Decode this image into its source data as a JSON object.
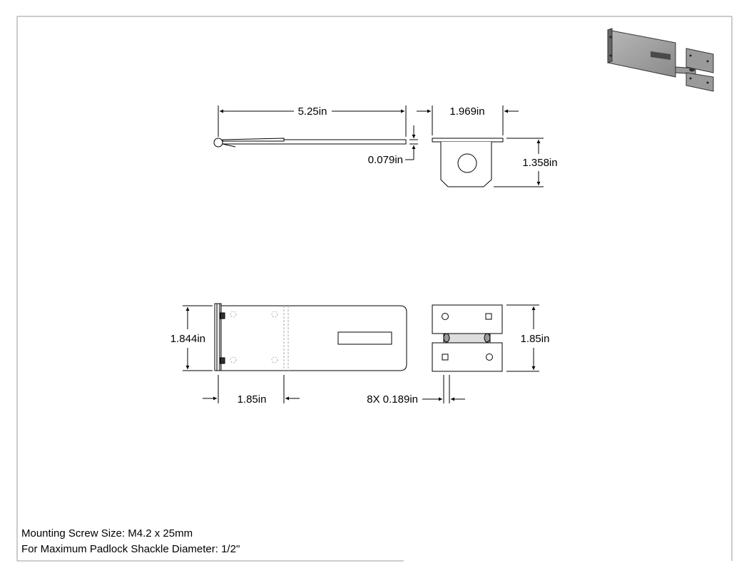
{
  "dimensions": {
    "side_length": "5.25in",
    "thickness": "0.079in",
    "end_width": "1.969in",
    "end_height": "1.358in",
    "hasp_width": "1.844in",
    "hinge_leaf_length": "1.85in",
    "staple_height": "1.85in",
    "hole_size": "8X 0.189in"
  },
  "notes": {
    "screw_size": "Mounting Screw Size: M4.2 x 25mm",
    "shackle_diameter": "For Maximum Padlock Shackle Diameter: 1/2\""
  }
}
